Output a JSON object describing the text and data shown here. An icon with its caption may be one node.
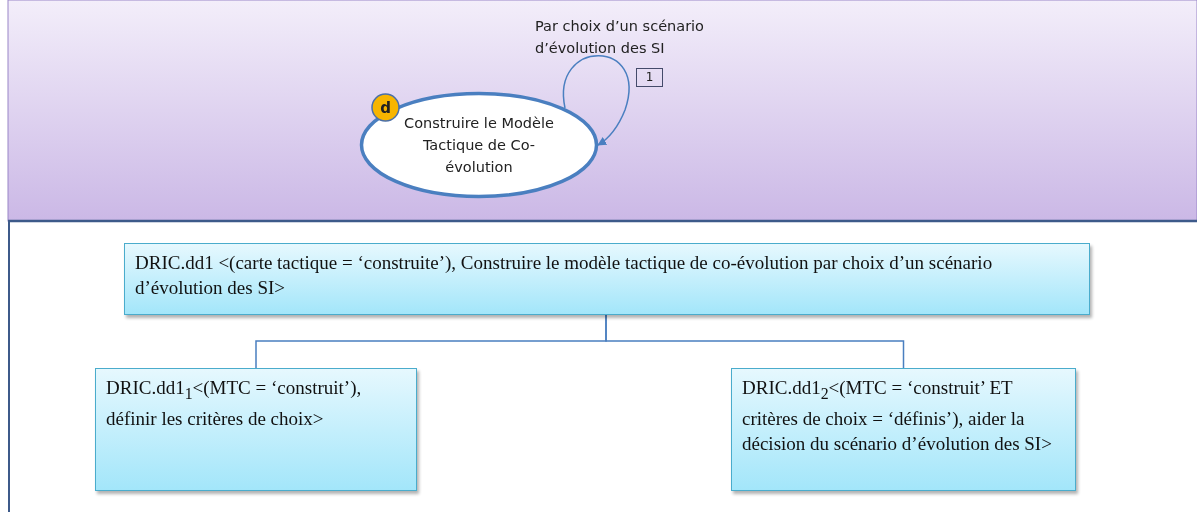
{
  "diagram": {
    "nodes": [
      {
        "text": [
          "d"
        ]
      },
      {
        "text": [
          "Construire le Modèle Tactique de Co-évolution"
        ]
      },
      {
        "text": [
          "1"
        ]
      },
      {
        "text": [
          "DRIC.dd1 <(carte tactique = ‘construite’), Construire le modèle tactique de co-évolution par choix d’un scénario d’évolution des SI>"
        ]
      },
      {
        "text": [
          "DRIC.dd1$_{1}$<(MTC = ‘construit’), définir les critères de choix>"
        ]
      },
      {
        "text": [
          "DRIC.dd1$_{2}$<(MTC = ‘construit’ ET critères de choix = ‘définis’), aider la décision du scénario d’évolution des SI>"
        ]
      }
    ],
    "edges": [
      {
        "from": 1,
        "to": 1,
        "arrow": "to",
        "label": "Par choix d’un scénario d’évolution des SI"
      },
      {
        "from": 3,
        "to": 4,
        "arrow": "none"
      },
      {
        "from": 3,
        "to": 5,
        "arrow": "none"
      }
    ]
  }
}
